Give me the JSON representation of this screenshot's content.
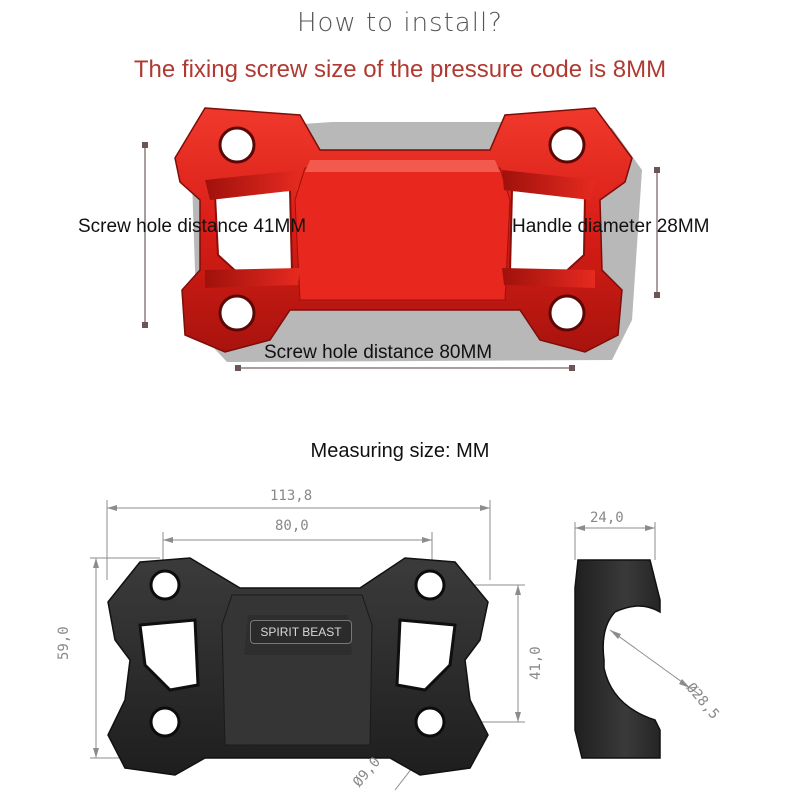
{
  "header": {
    "title": "How to install?",
    "subtitle": "The fixing screw size of the pressure code is 8MM"
  },
  "photo": {
    "labels": {
      "screw_hole_41": "Screw hole distance 41MM",
      "handle_diameter": "Handle diameter 28MM",
      "screw_hole_80": "Screw hole distance 80MM"
    }
  },
  "drawing": {
    "heading": "Measuring size: MM",
    "brand": "SPIRIT BEAST",
    "dims": {
      "overall_width": "113,8",
      "hole_spacing": "80,0",
      "height": "59,0",
      "hole_distance": "41,0",
      "hole_dia": "Ø9,0",
      "depth": "24,0",
      "bore": "Ø28,5"
    }
  },
  "colors": {
    "accent": "#b03a32",
    "part_red": "#e0231c",
    "part_black": "#2a2a2a"
  }
}
